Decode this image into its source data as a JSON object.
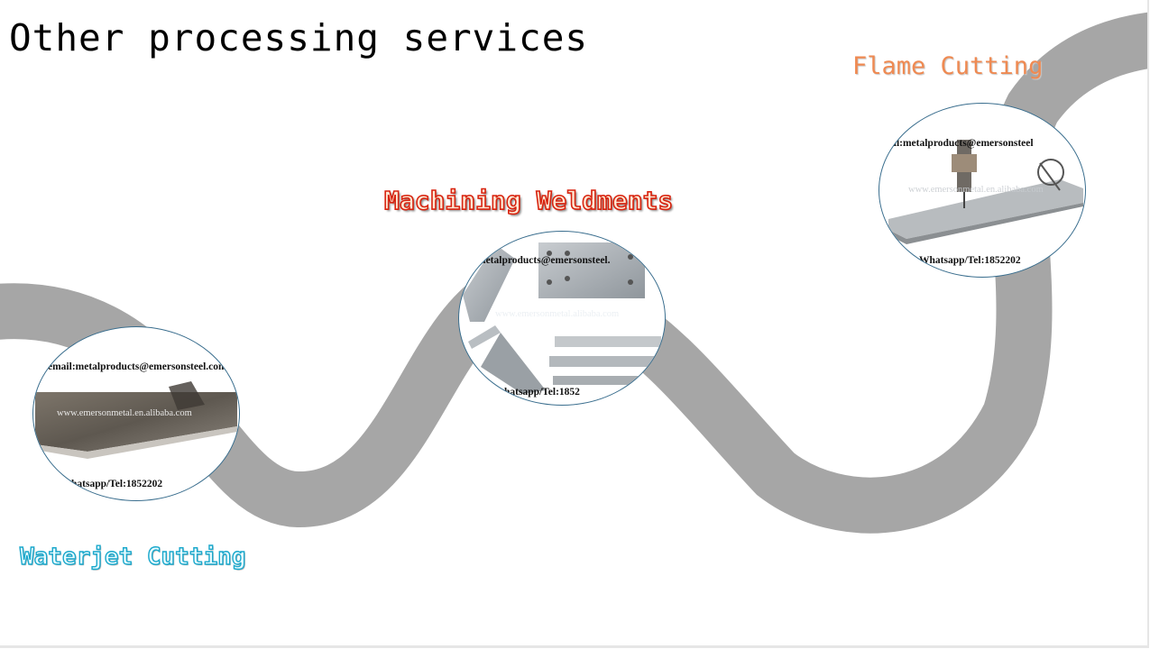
{
  "title": "Other processing services",
  "services": {
    "flame": {
      "label": "Flame Cutting",
      "email": "ail:metalproducts@emersonsteel",
      "watermark": "www.emersonmetal.en.alibaba.com",
      "phone": "Whatsapp/Tel:1852202"
    },
    "machining": {
      "label": "Machining Weldments",
      "email": "metalproducts@emersonsteel.",
      "watermark": "www.emersonmetal.alibaba.com",
      "phone": "hatsapp/Tel:1852"
    },
    "waterjet": {
      "label": "Waterjet Cutting",
      "email": "email:metalproducts@emersonsteel.com",
      "watermark": "www.emersonmetal.en.alibaba.com",
      "phone": "hatsapp/Tel:1852202"
    }
  },
  "colors": {
    "wave": "#a6a6a6",
    "flame_label": "#ef8a52",
    "machining_outline": "#d8230f",
    "waterjet_outline": "#1aa8cc",
    "circle_border": "#3a6e8e"
  }
}
